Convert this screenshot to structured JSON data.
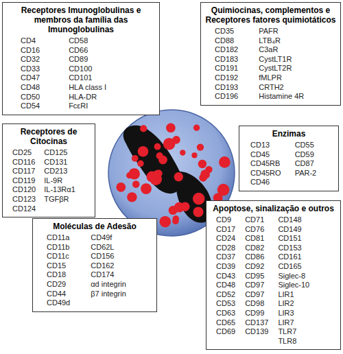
{
  "diagram": {
    "nodes": [
      {
        "text": [
          "Receptores Imunoglobulinas e membros da família das Imunoglobulinas",
          "CD4",
          "CD16",
          "CD32",
          "CD33",
          "CD47",
          "CD48",
          "CD50",
          "CD54",
          "CD58",
          "CD66",
          "CD89",
          "CD100",
          "CD101",
          "HLA class I",
          "HLA-DR",
          "FcεRI"
        ]
      },
      {
        "text": [
          "Quimiocinas, complementos e Receptores fatores quimiotáticos",
          "CD35",
          "CD88",
          "CD182",
          "CD183",
          "CD191",
          "CD192",
          "CD193",
          "CD196",
          "PAFR",
          "LTB₄R",
          "C3aR",
          "CystLT1R",
          "CystLT2R",
          "fMLPR",
          "CRTH2",
          "Histamine 4R"
        ]
      },
      {
        "text": [
          "Receptores de Citocinas",
          "CD25",
          "CD116",
          "CD117",
          "CD119",
          "CD120",
          "CD123",
          "CD124",
          "CD125",
          "CD131",
          "CD213",
          "IL-9R",
          "IL-13Rα1",
          "TGFβR"
        ]
      },
      {
        "text": [
          "Enzimas",
          "CD13",
          "CD45",
          "CD45RB",
          "CD45RO",
          "CD46",
          "CD55",
          "CD59",
          "CD87",
          "PAR-2"
        ]
      },
      {
        "text": [
          "Moléculas de Adesão",
          "CD11a",
          "CD11b",
          "CD11c",
          "CD15",
          "CD18",
          "CD29",
          "CD44",
          "CD49d",
          "CD49f",
          "CD62L",
          "CD156",
          "CD162",
          "CD174",
          "αd integrin",
          "β7 integrin"
        ]
      },
      {
        "text": [
          "Apoptose, sinalização e outros",
          "CD9",
          "CD17",
          "CD24",
          "CD28",
          "CD37",
          "CD39",
          "CD43",
          "CD48",
          "CD52",
          "CD53",
          "CD63",
          "CD65",
          "CD69",
          "CD71",
          "CD76",
          "CD81",
          "CD82",
          "CD86",
          "CD92",
          "CD95",
          "CD97",
          "CD97",
          "CD98",
          "CD99",
          "CD137",
          "CD139",
          "CD148",
          "CD149",
          "CD151",
          "CD153",
          "CD161",
          "CD165",
          "Siglec-8",
          "Siglec-10",
          "LIR1",
          "LIR2",
          "LIR3",
          "LIR7",
          "TLR7",
          "TLR8"
        ]
      }
    ]
  }
}
